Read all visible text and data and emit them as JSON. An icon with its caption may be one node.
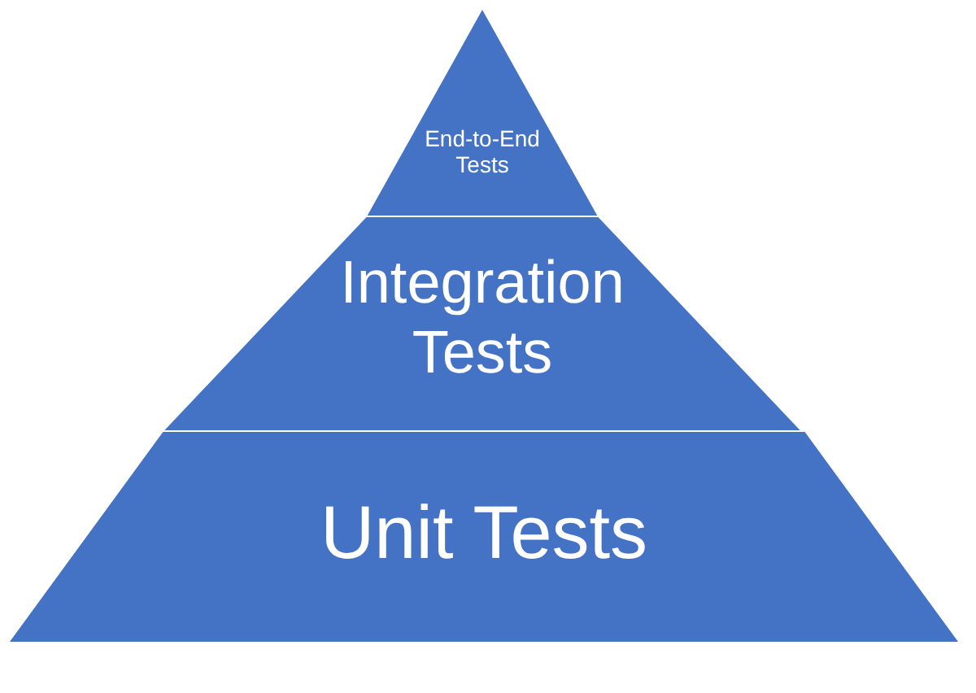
{
  "diagram": {
    "nodes": [
      {
        "text": [
          "End-to-End Tests"
        ]
      },
      {
        "text": [
          "Integration Tests"
        ]
      },
      {
        "text": [
          "Unit Tests"
        ]
      }
    ]
  }
}
